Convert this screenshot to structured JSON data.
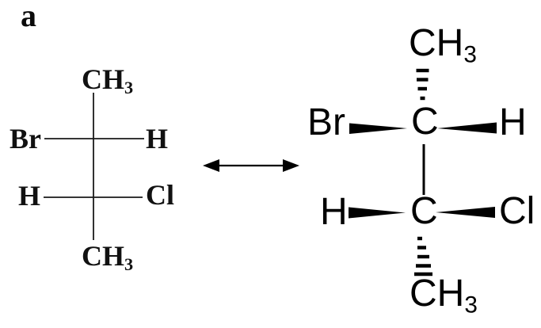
{
  "figure_label": "a",
  "colors": {
    "ink": "#000000",
    "background": "#ffffff"
  },
  "fischer_structure": {
    "top_methyl": {
      "main": "CH",
      "sub": "3"
    },
    "row1": {
      "left": "Br",
      "right": "H"
    },
    "row2": {
      "left": "H",
      "right": "Cl"
    },
    "bottom_methyl": {
      "main": "CH",
      "sub": "3"
    }
  },
  "wedge_structure": {
    "top_methyl": {
      "main": "CH",
      "sub": "3"
    },
    "row1": {
      "left": "Br",
      "center": "C",
      "right": "H"
    },
    "row2": {
      "left": "H",
      "center": "C",
      "right": "Cl"
    },
    "bottom_methyl": {
      "main": "CH",
      "sub": "3"
    }
  }
}
